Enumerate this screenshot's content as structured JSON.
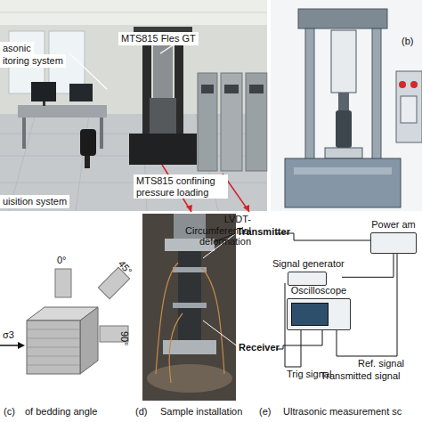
{
  "diagram": {
    "nodes": [
      {
        "text": [
          "Signal generator"
        ]
      },
      {
        "text": [
          "Oscilloscope"
        ]
      },
      {
        "text": [
          "Power am"
        ]
      }
    ],
    "edges": [
      {
        "from": 0,
        "to": 2,
        "arrow": "none"
      }
    ],
    "labels": [
      "asonic",
      "itoring system",
      "MTS815 Fles GT",
      "uisition system",
      "MTS815 confining pressure loading",
      "(b)",
      "LVDT- Circumferential deformation",
      "Transmitter",
      "Receiver",
      "Ref. signal",
      "Trig signal",
      "Transmitted signal",
      "0°",
      "45°",
      "90°",
      "σ3",
      "(c)",
      "of bedding angle",
      "(d)",
      "Sample installation",
      "(e)",
      "Ultrasonic measurement sc"
    ]
  }
}
